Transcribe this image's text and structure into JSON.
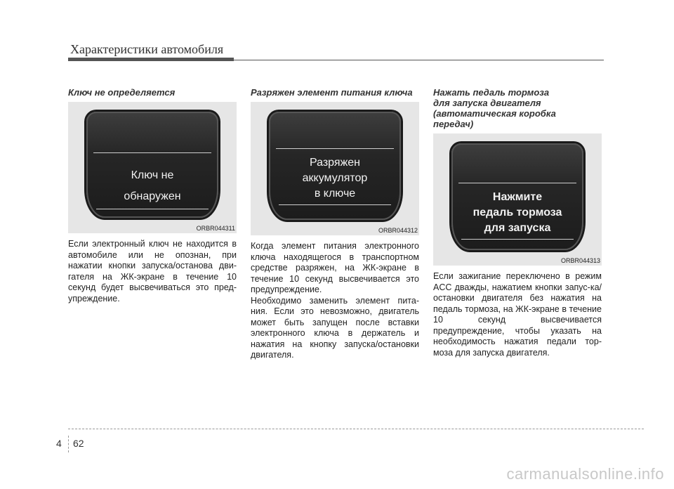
{
  "header": {
    "title": "Характеристики автомобиля"
  },
  "sections": [
    {
      "title": "Ключ не определяется",
      "screen_text": "Ключ не\nобнаружен",
      "figure_code": "ORBR044311",
      "paragraphs": [
        "Если электронный ключ не находится в автомобиле или не опознан, при нажатии кнопки запуска/останова дви-гателя на ЖК-экране в течение 10 секунд будет высвечиваться это пред-упреждение."
      ]
    },
    {
      "title": "Разряжен элемент питания ключа",
      "screen_text": "Разряжен\nаккумулятор\nв ключе",
      "figure_code": "ORBR044312",
      "paragraphs": [
        "Когда элемент питания электронного ключа находящегося в транспортном средстве разряжен, на ЖК-экране в течение 10 секунд высвечивается это предупреждение.",
        "Необходимо заменить элемент пита-ния. Если это невозможно, двигатель может быть запущен после вставки электронного ключа в держатель и нажатия на кнопку запуска/остановки двигателя."
      ]
    },
    {
      "title": "Нажать педаль тормоза\nдля запуска двигателя\n(автоматическая коробка\nпередач)",
      "screen_text": "Нажмите\nпедаль тормоза\nдля запуска",
      "figure_code": "ORBR044313",
      "paragraphs": [
        "Если зажигание переключено в режим ACC дважды, нажатием кнопки запус-ка/остановки двигателя без нажатия на педаль тормоза, на ЖК-экране в течение 10 секунд высвечивается предупреждение, чтобы указать на необходимость нажатия педали тор-моза для запуска двигателя."
      ]
    }
  ],
  "footer": {
    "chapter": "4",
    "page": "62"
  },
  "watermark": "carmanualsonline.info"
}
